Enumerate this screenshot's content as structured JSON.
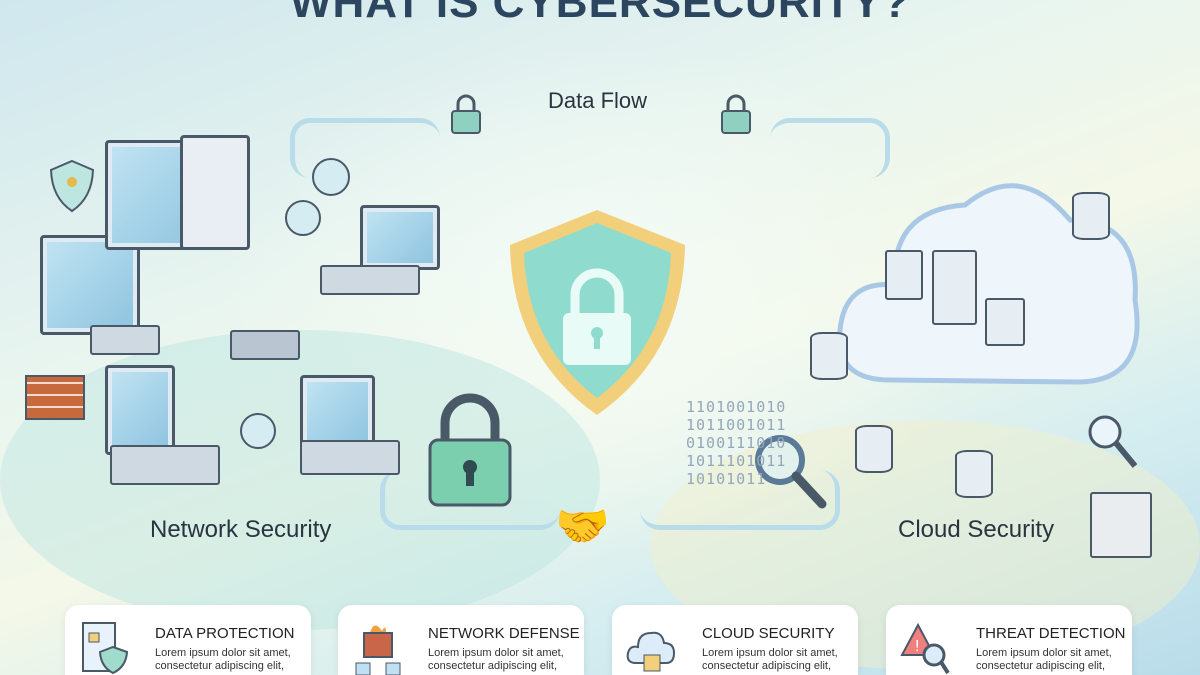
{
  "title": "WHAT IS CYBERSECURITY?",
  "labels": {
    "data_flow": "Data Flow",
    "network_security": "Network Security",
    "cloud_security": "Cloud Security"
  },
  "binary": [
    "1101001010",
    "1011001011",
    "0100111010",
    "1011101011",
    "10101011"
  ],
  "cards": [
    {
      "title": "DATA PROTECTION",
      "text": "Lorem ipsum dolor sit amet, consectetur adipiscing elit,",
      "icon": "document-shield-icon"
    },
    {
      "title": "NETWORK DEFENSE",
      "text": "Lorem ipsum dolor sit amet, consectetur adipiscing elit,",
      "icon": "firewall-icon"
    },
    {
      "title": "CLOUD SECURITY",
      "text": "Lorem ipsum dolor sit amet, consectetur adipiscing elit,",
      "icon": "cloud-lock-icon"
    },
    {
      "title": "THREAT DETECTION",
      "text": "Lorem ipsum dolor sit amet, consectetur adipiscing elit,",
      "icon": "warning-magnifier-icon"
    }
  ],
  "colors": {
    "title": "#2c4660",
    "shield_gold": "#f2cf7a",
    "shield_teal": "#7fd3c4",
    "accent_blue": "#b8dcea"
  }
}
